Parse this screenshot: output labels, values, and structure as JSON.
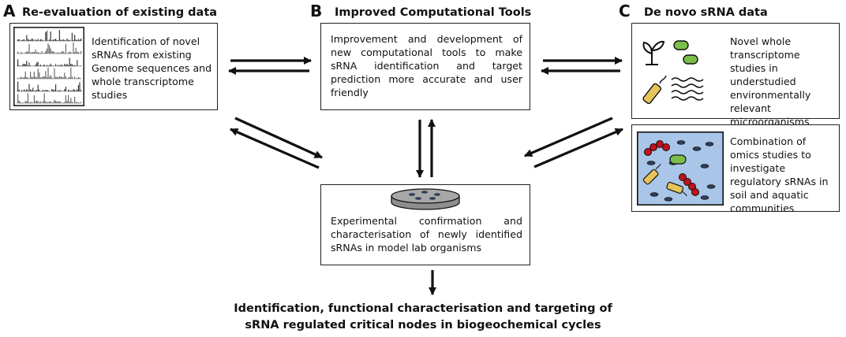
{
  "panels": {
    "a": {
      "letter": "A",
      "title": "Re-evaluation of existing data",
      "text": "Identification of novel sRNAs from existing Genome sequences and whole transcriptome studies"
    },
    "b": {
      "letter": "B",
      "title": "Improved Computational Tools",
      "text": "Improvement and development of new computational tools to make sRNA identification and target prediction more accurate and user friendly"
    },
    "c": {
      "letter": "C",
      "title": "De novo sRNA data",
      "text1": "Novel whole transcriptome studies in understudied environmentally relevant microorganisms",
      "text2": "Combination of omics studies to investigate regulatory sRNAs in soil and aquatic communities"
    }
  },
  "center": {
    "text": "Experimental confirmation and characterisation of newly identified sRNAs in model lab organisms"
  },
  "conclusion": {
    "line1": "Identification, functional characterisation and targeting of",
    "line2": "sRNA regulated critical nodes in biogeochemical cycles"
  },
  "icons": {
    "genome_tracks": "genome-track-plot-icon",
    "petri_dish": "petri-dish-icon",
    "plant": "plant-sprout-icon",
    "bacteria_green": "green-bacterium-icon",
    "bacterium_yellow": "flagellated-yellow-bacterium-icon",
    "waves": "sequence-waves-icon",
    "community": "microbial-community-icon"
  },
  "colors": {
    "bacteria_green": "#7bbf4a",
    "bacterium_yellow": "#e6c45c",
    "red_cells": "#c0121c",
    "community_bg": "#a9c6e8",
    "dish": "#a7a7a7"
  }
}
